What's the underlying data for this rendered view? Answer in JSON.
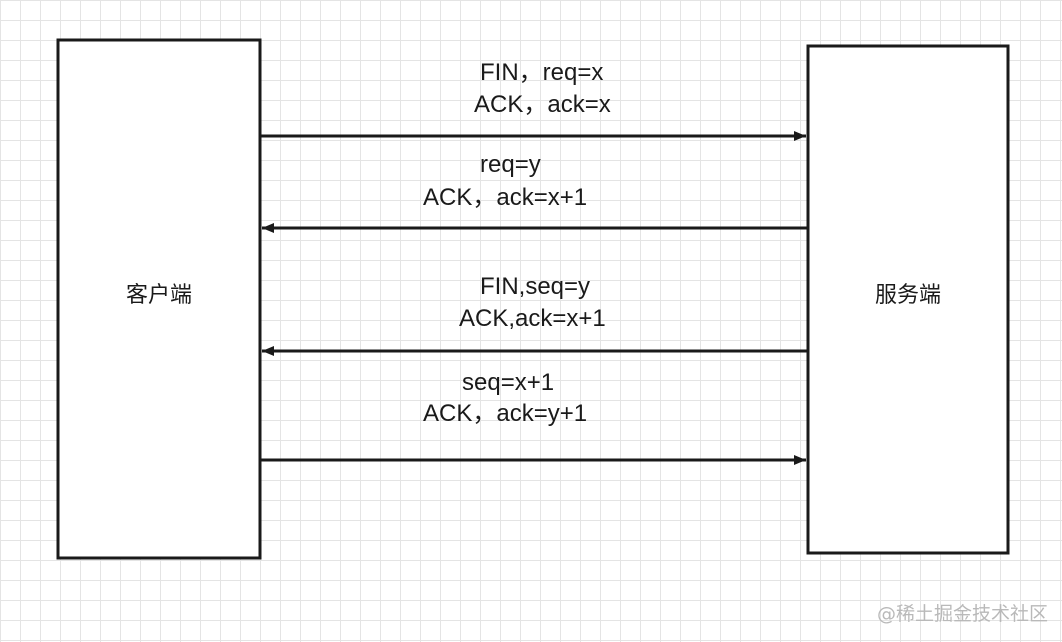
{
  "nodes": {
    "client": "客户端",
    "server": "服务端"
  },
  "messages": [
    {
      "direction": "client-to-server",
      "lines": [
        "FIN，req=x",
        "ACK，ack=x"
      ]
    },
    {
      "direction": "server-to-client",
      "lines": [
        "req=y",
        "ACK，ack=x+1"
      ]
    },
    {
      "direction": "server-to-client",
      "lines": [
        "FIN,seq=y",
        "ACK,ack=x+1"
      ]
    },
    {
      "direction": "client-to-server",
      "lines": [
        "seq=x+1",
        "ACK，ack=y+1"
      ]
    }
  ],
  "watermark": "@稀土掘金技术社区",
  "colors": {
    "stroke": "#1a1a1a",
    "grid": "#e4e4e4",
    "watermark": "#b9b9b9"
  }
}
